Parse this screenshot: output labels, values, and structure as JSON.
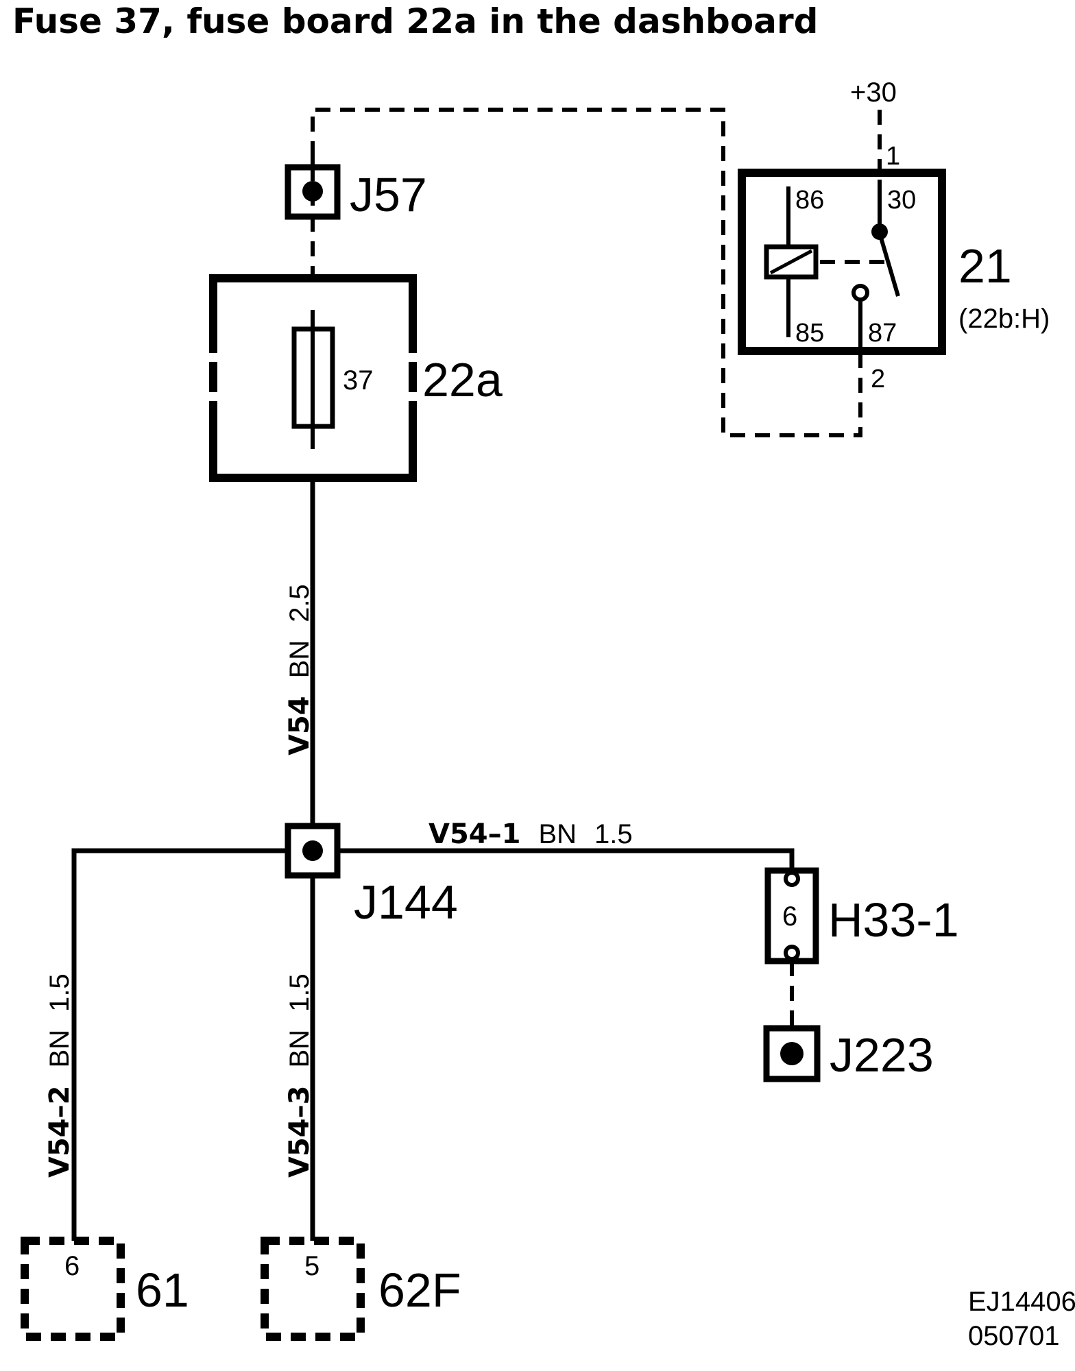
{
  "title": "Fuse 37, fuse board 22a in the dashboard",
  "colors": {
    "ink": "#000000",
    "paper": "#ffffff"
  },
  "connectors": {
    "j57": "J57",
    "j144": "J144",
    "j223": "J223",
    "h33_1": "H33-1",
    "h33_1_pin": "6"
  },
  "fuse_board": {
    "label": "22a",
    "fuse_number": "37"
  },
  "relay": {
    "label": "21",
    "location": "(22b:H)",
    "supply": "+30",
    "terminal_1": "1",
    "terminal_2": "2",
    "pin_86": "86",
    "pin_85": "85",
    "pin_30": "30",
    "pin_87": "87"
  },
  "wires": {
    "main": {
      "id": "V54",
      "color": "BN",
      "gauge": "2.5"
    },
    "branch_1": {
      "id": "V54–1",
      "color": "BN",
      "gauge": "1.5"
    },
    "branch_2": {
      "id": "V54–2",
      "color": "BN",
      "gauge": "1.5"
    },
    "branch_3": {
      "id": "V54–3",
      "color": "BN",
      "gauge": "1.5"
    }
  },
  "components": {
    "c61": {
      "label": "61",
      "pin": "6"
    },
    "c62f": {
      "label": "62F",
      "pin": "5"
    }
  },
  "reference": {
    "code": "EJ14406",
    "date": "050701"
  }
}
